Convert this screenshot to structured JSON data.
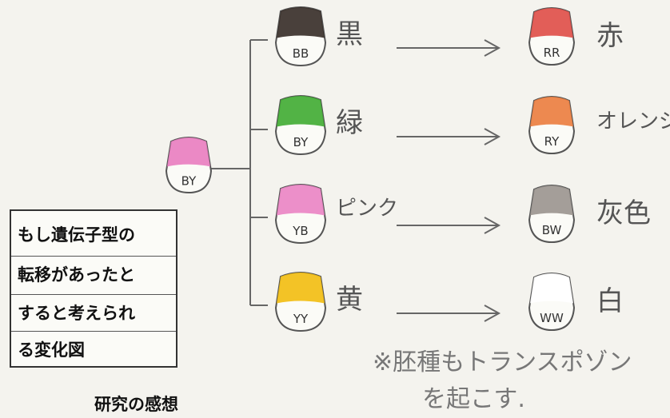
{
  "diagram": {
    "root": {
      "genotype": "BY",
      "color": "#e97fc0"
    },
    "branches": [
      {
        "genotype": "BB",
        "color_name": "黒",
        "fill": "#3a302a",
        "to_genotype": "RR",
        "to_color_name": "赤",
        "to_fill": "#e0504a"
      },
      {
        "genotype": "BY",
        "color_name": "緑",
        "fill": "#43ad35",
        "to_genotype": "RY",
        "to_color_name": "オレンジ",
        "to_fill": "#eb7f41"
      },
      {
        "genotype": "YB",
        "color_name": "ピンク",
        "fill": "#ea86c4",
        "to_genotype": "BW",
        "to_color_name": "灰色",
        "to_fill": "#9c9690"
      },
      {
        "genotype": "YY",
        "color_name": "黄",
        "fill": "#f2be14",
        "to_genotype": "WW",
        "to_color_name": "白",
        "to_fill": "#ffffff"
      }
    ]
  },
  "box": {
    "lines": [
      "もし遺伝子型の",
      "転移があったと",
      "すると考えられ",
      "る変化図"
    ]
  },
  "note": {
    "line1": "※胚種もトランスポゾン",
    "line2": "を起こす."
  },
  "caption": "研究の感想"
}
